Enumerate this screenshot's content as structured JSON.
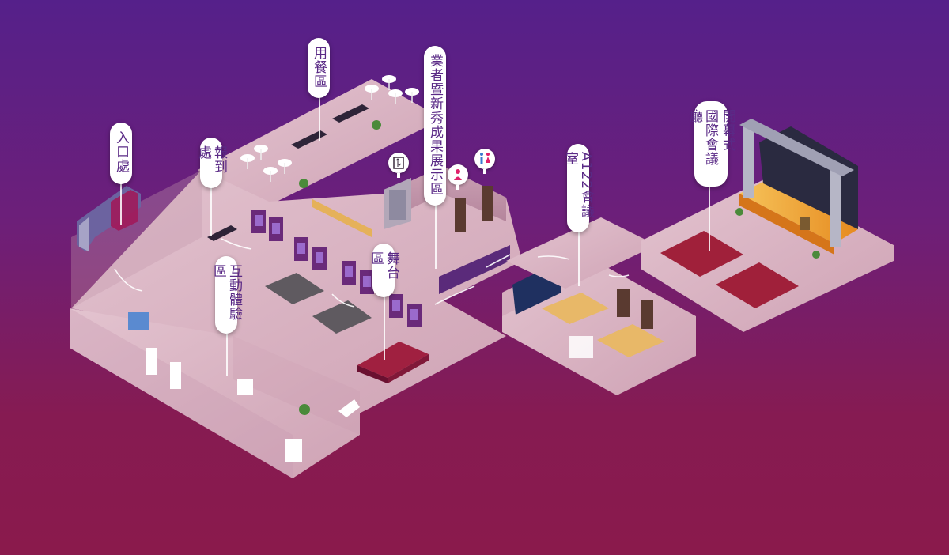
{
  "labels": {
    "entrance": "入口處",
    "registration": "報到處",
    "dining": "用餐區",
    "exhibitors": "業者暨新秀成果展示區",
    "meeting_room": "A122會議室",
    "hall_line1": "開幕式",
    "hall_line2": "國際會議廳",
    "interactive": "互動體驗區",
    "stage_area": "舞台區"
  },
  "icons": [
    "elevator-icon",
    "nursing-room-icon",
    "restroom-icon"
  ],
  "colors": {
    "bg_top": "#55208a",
    "bg_bottom": "#8a1a4c",
    "floor": "#d8b0bf",
    "wall": "#b4889f",
    "label_text": "#5a2a86",
    "seat_red": "#a0203a",
    "stage_orange": "#f0a030",
    "screen_navy": "#1f3060"
  }
}
